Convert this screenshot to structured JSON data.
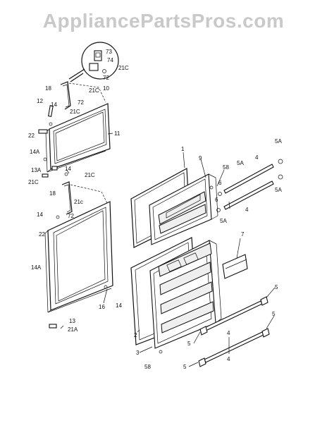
{
  "watermark": "AppliancePartsPros.com",
  "callouts": {
    "c73": "73",
    "c74": "74",
    "c72a": "72",
    "c21c_zoom": "21C",
    "c18a": "18",
    "c21c_top1": "21C",
    "c72b": "72",
    "c10": "10",
    "c12": "12",
    "c14a": "14",
    "c21c_top2": "21C",
    "c11": "11",
    "c22a": "22",
    "c14A_a": "14A",
    "c13A": "13A",
    "c14b": "14",
    "c21C_left": "21C",
    "c21C_mid": "21C",
    "c18b": "18",
    "c21c_low": "21c",
    "c14c": "14",
    "c72c": "72",
    "c22b": "22",
    "c14A_b": "14A",
    "c16": "16",
    "c14d": "14",
    "c13": "13",
    "c21A": "21A",
    "c1": "1",
    "c9": "9",
    "c58a": "58",
    "c5A_a": "5A",
    "c4a": "4",
    "c5A_b": "5A",
    "c6a": "6",
    "c5A_c": "5A",
    "c6b": "6",
    "c4b": "4",
    "c5A_d": "5A",
    "c7": "7",
    "c5a": "5",
    "c5b": "5",
    "c4c": "4",
    "c2": "2",
    "c3": "3",
    "c5c": "5",
    "c5d": "5",
    "c4d": "4",
    "c58b": "58"
  }
}
